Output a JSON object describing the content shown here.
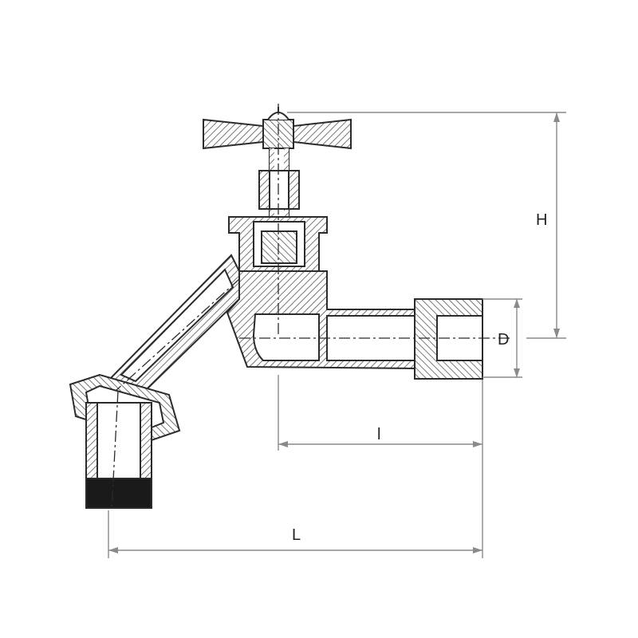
{
  "diagram": {
    "labels": {
      "height": "H",
      "diameter": "D",
      "length_short": "l",
      "length_total": "L"
    }
  },
  "colors": {
    "line": "#2b2b2b",
    "dimension": "#8a8a8a",
    "hatch": "#555555",
    "seal": "#1a1a1a",
    "background": "#ffffff"
  }
}
